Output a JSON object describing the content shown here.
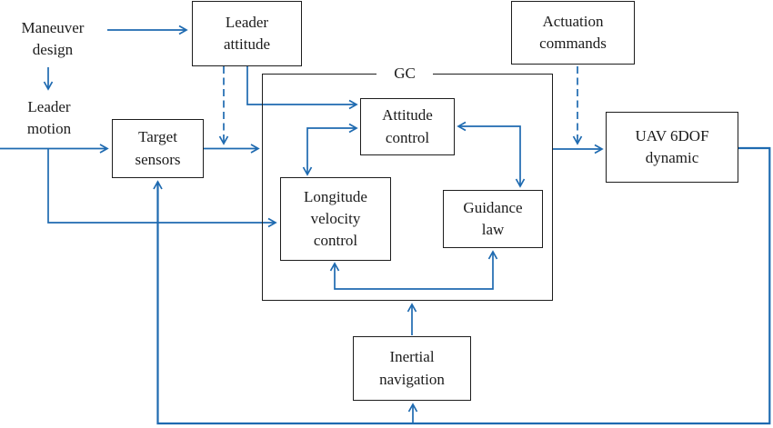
{
  "figure": {
    "type": "block-diagram",
    "description": "UAV leader-follower guidance and control loop",
    "background": "#ffffff",
    "colors": {
      "connector_blue": "#1e6ab0",
      "box_border": "#1d1d1d",
      "text": "#1b1b1b"
    },
    "nodes": {
      "maneuver_design": {
        "label": "Maneuver design",
        "lines": [
          "Maneuver",
          "design"
        ],
        "boxed": false
      },
      "leader_attitude": {
        "label": "Leader attitude",
        "lines": [
          "Leader",
          "attitude"
        ],
        "boxed": true
      },
      "actuation_commands": {
        "label": "Actuation commands",
        "lines": [
          "Actuation",
          "commands"
        ],
        "boxed": true
      },
      "leader_motion": {
        "label": "Leader motion",
        "lines": [
          "Leader",
          "motion"
        ],
        "boxed": false
      },
      "target_sensors": {
        "label": "Target sensors",
        "lines": [
          "Target",
          "sensors"
        ],
        "boxed": true
      },
      "gc": {
        "label": "GC",
        "lines": [
          "GC"
        ],
        "boxed": true
      },
      "attitude_control": {
        "label": "Attitude control",
        "lines": [
          "Attitude",
          "control"
        ],
        "boxed": true
      },
      "longitude_velocity_control": {
        "label": "Longitude velocity control",
        "lines": [
          "Longitude",
          "velocity",
          "control"
        ],
        "boxed": true
      },
      "guidance_law": {
        "label": "Guidance law",
        "lines": [
          "Guidance",
          "law"
        ],
        "boxed": true
      },
      "uav_6dof_dynamic": {
        "label": "UAV 6DOF dynamic",
        "lines": [
          "UAV 6DOF",
          "dynamic"
        ],
        "boxed": true
      },
      "inertial_navigation": {
        "label": "Inertial navigation",
        "lines": [
          "Inertial",
          "navigation"
        ],
        "boxed": true
      }
    },
    "edges": [
      {
        "from": "Maneuver design",
        "to": "Leader attitude",
        "style": "solid",
        "arrowheads": "end"
      },
      {
        "from": "Maneuver design",
        "to": "Leader motion",
        "style": "solid",
        "arrowheads": "end"
      },
      {
        "from": "Leader motion",
        "to": "Target sensors",
        "style": "solid",
        "arrowheads": "end"
      },
      {
        "from": "Leader motion",
        "to": "Longitude velocity control",
        "style": "solid",
        "arrowheads": "end"
      },
      {
        "from": "Target sensors",
        "to": "GC",
        "style": "solid",
        "arrowheads": "end"
      },
      {
        "from": "Leader attitude",
        "to": "Attitude control",
        "style": "solid",
        "arrowheads": "end"
      },
      {
        "from": "Leader attitude",
        "to": "Target sensors to GC line",
        "style": "dashed",
        "arrowheads": "end"
      },
      {
        "from": "Longitude velocity control",
        "to": "Attitude control",
        "style": "solid",
        "arrowheads": "both"
      },
      {
        "from": "Guidance law",
        "to": "Attitude control",
        "style": "solid",
        "arrowheads": "both"
      },
      {
        "from": "Longitude velocity control",
        "to": "Guidance law",
        "style": "solid",
        "arrowheads": "both"
      },
      {
        "from": "GC",
        "to": "UAV 6DOF dynamic",
        "style": "solid",
        "arrowheads": "end"
      },
      {
        "from": "Actuation commands",
        "to": "GC to UAV 6DOF dynamic line",
        "style": "dashed",
        "arrowheads": "end"
      },
      {
        "from": "UAV 6DOF dynamic",
        "to": "Target sensors",
        "style": "solid",
        "arrowheads": "end"
      },
      {
        "from": "UAV 6DOF dynamic",
        "to": "Inertial navigation",
        "style": "solid",
        "arrowheads": "end"
      },
      {
        "from": "Inertial navigation",
        "to": "GC",
        "style": "solid",
        "arrowheads": "end"
      }
    ]
  }
}
